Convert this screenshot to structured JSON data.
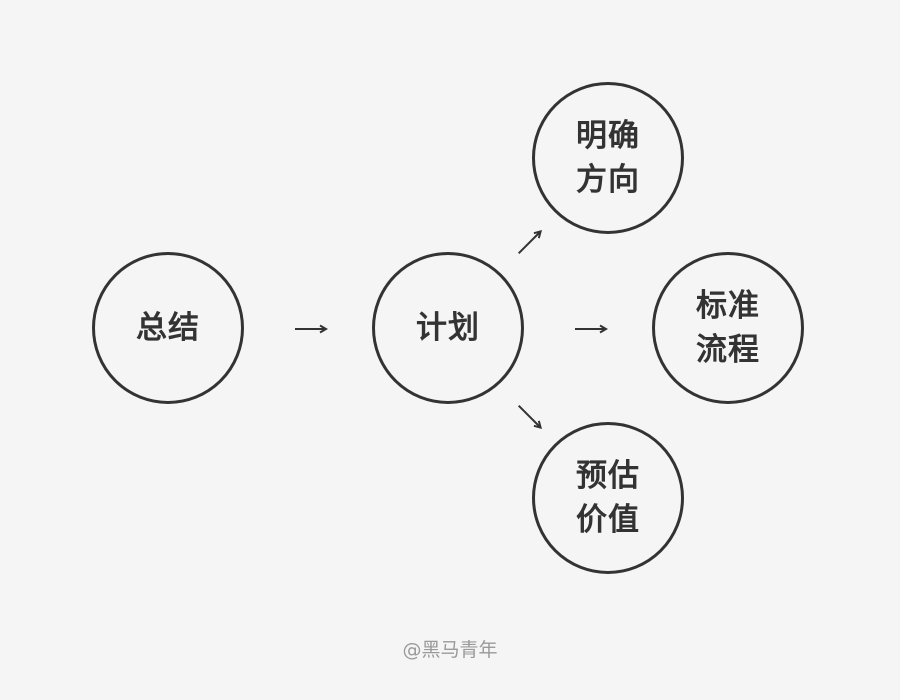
{
  "colors": {
    "background": "#f5f5f5",
    "stroke": "#333333",
    "text": "#333333",
    "watermark": "#9a9a9a"
  },
  "nodes": {
    "summary": {
      "lines": [
        "总结"
      ]
    },
    "plan": {
      "lines": [
        "计划"
      ]
    },
    "clear_direction": {
      "lines": [
        "明确",
        "方向"
      ]
    },
    "standard_process": {
      "lines": [
        "标准",
        "流程"
      ]
    },
    "estimate_value": {
      "lines": [
        "预估",
        "价值"
      ]
    }
  },
  "watermark": "@黑马青年"
}
